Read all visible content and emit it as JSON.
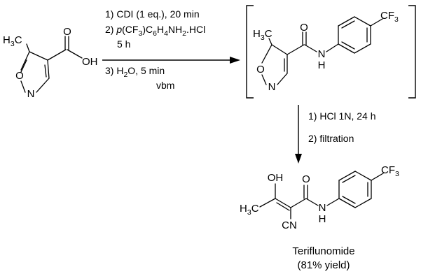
{
  "step1": {
    "line1": "1) CDI (1 eq.), 20 min",
    "line2_prefix": "2) ",
    "line2_p": "p",
    "line2_a": "(CF",
    "line2_sub1": "3",
    "line2_b": ")C",
    "line2_sub2": "6",
    "line2_c": "H",
    "line2_sub3": "4",
    "line2_d": "NH",
    "line2_sub4": "2",
    "line2_e": ".HCl",
    "line3": "5 h",
    "line4_a": "3) H",
    "line4_sub": "2",
    "line4_b": "O, 5 min",
    "line5": "vbm"
  },
  "step2": {
    "line1": "1) HCl 1N, 24 h",
    "line2": "2) filtration"
  },
  "atoms": {
    "H": "H",
    "three": "3",
    "C": "C",
    "O": "O",
    "N": "N",
    "OH": "OH",
    "CF": "CF",
    "CN": "CN"
  },
  "product": {
    "name": "Teriflunomide",
    "yield": "(81% yield)"
  }
}
